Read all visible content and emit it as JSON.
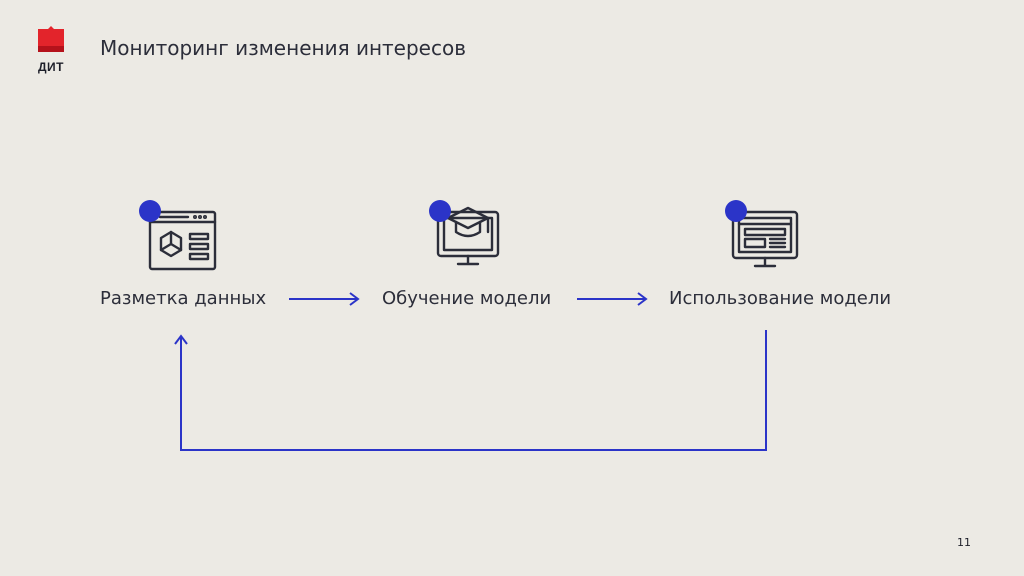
{
  "header": {
    "logo_text": "ДИТ",
    "title": "Мониторинг изменения интересов"
  },
  "diagram": {
    "nodes": [
      {
        "label": "Разметка данных",
        "icon": "data-labeling-icon"
      },
      {
        "label": "Обучение модели",
        "icon": "graduation-cap-monitor-icon"
      },
      {
        "label": "Использование модели",
        "icon": "application-monitor-icon"
      }
    ],
    "colors": {
      "accent": "#2b34c8",
      "icon_stroke": "#2c2e3a",
      "logo_red": "#e3242b",
      "background": "#eceae4"
    }
  },
  "footer": {
    "page_number": "11"
  }
}
